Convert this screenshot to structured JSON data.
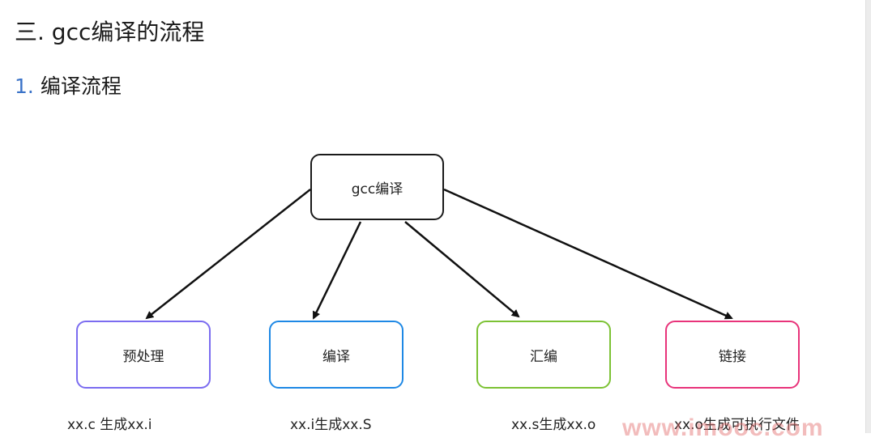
{
  "heading": {
    "title": "三. gcc编译的流程",
    "subsection_number": "1.",
    "subsection_title": "编译流程"
  },
  "diagram": {
    "root": {
      "label": "gcc编译"
    },
    "steps": [
      {
        "label": "预处理",
        "caption": "xx.c 生成xx.i",
        "color": "#7b6cf0"
      },
      {
        "label": "编译",
        "caption": "xx.i生成xx.S",
        "color": "#1e88e5"
      },
      {
        "label": "汇编",
        "caption": "xx.s生成xx.o",
        "color": "#7cc234"
      },
      {
        "label": "链接",
        "caption": "xx.o生成可执行文件",
        "color": "#e8337a"
      }
    ]
  },
  "watermark": "www.imooc.com"
}
